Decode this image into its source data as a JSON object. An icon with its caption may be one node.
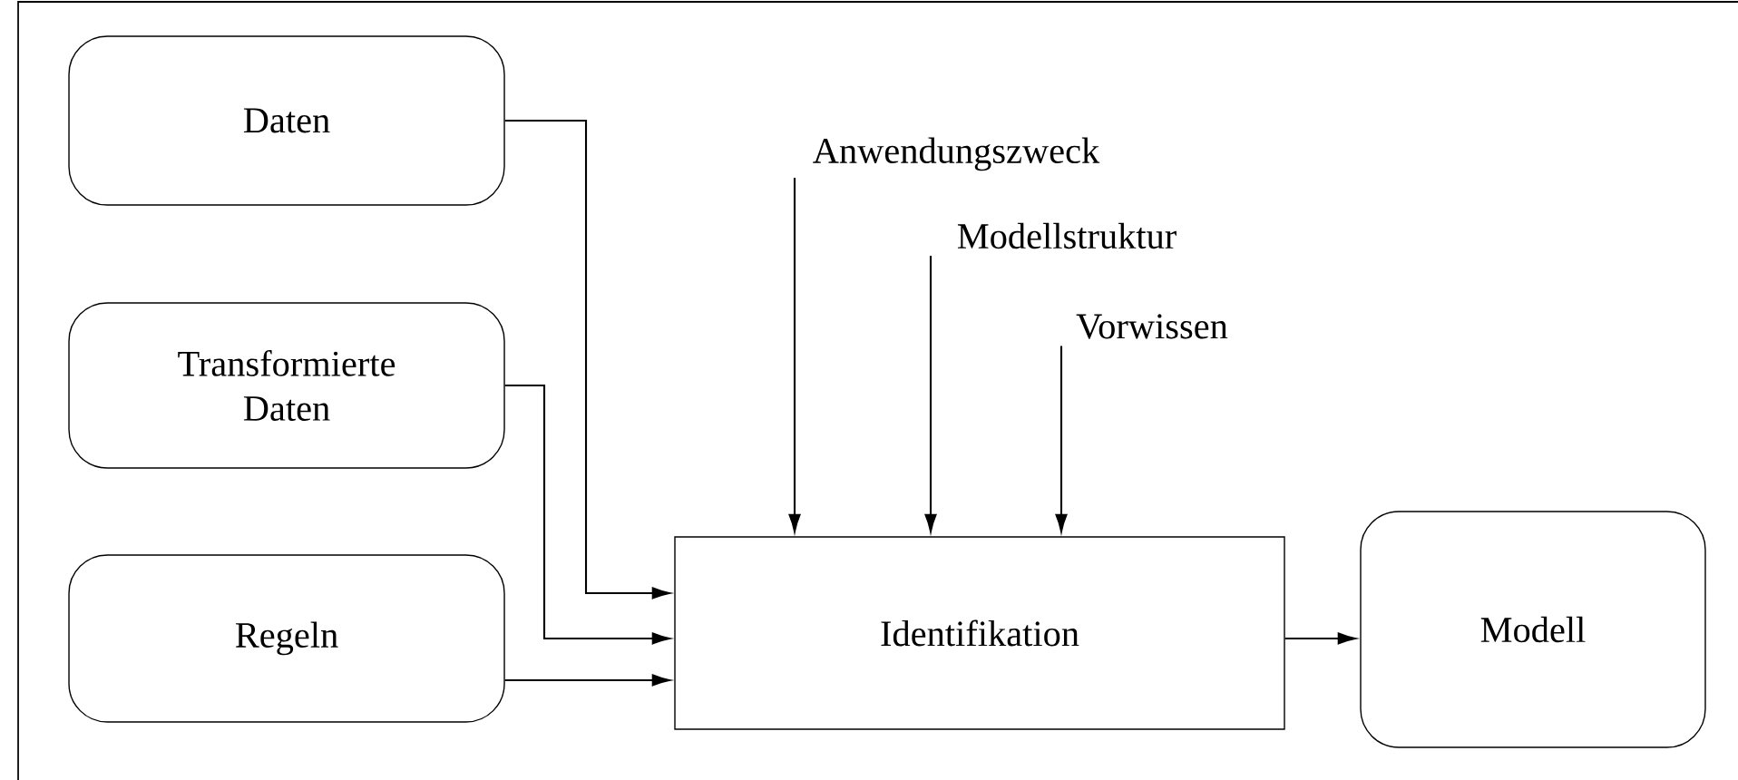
{
  "diagram": {
    "nodes": [
      {
        "text": [
          "Daten"
        ]
      },
      {
        "text": [
          "Transformierte Daten"
        ]
      },
      {
        "text": [
          "Regeln"
        ]
      },
      {
        "text": [
          "Identifikation"
        ]
      },
      {
        "text": [
          "Modell"
        ]
      },
      {
        "text": [
          "Anwendungszweck"
        ]
      },
      {
        "text": [
          "Modellstruktur"
        ]
      },
      {
        "text": [
          "Vorwissen"
        ]
      }
    ],
    "edges": [
      {
        "from": 0,
        "to": 3,
        "arrow": "to"
      },
      {
        "from": 1,
        "to": 3,
        "arrow": "to"
      },
      {
        "from": 2,
        "to": 3,
        "arrow": "to"
      },
      {
        "from": 3,
        "to": 4,
        "arrow": "to"
      },
      {
        "from": 5,
        "to": 3,
        "arrow": "to"
      },
      {
        "from": 6,
        "to": 3,
        "arrow": "to"
      },
      {
        "from": 7,
        "to": 3,
        "arrow": "to"
      }
    ]
  }
}
